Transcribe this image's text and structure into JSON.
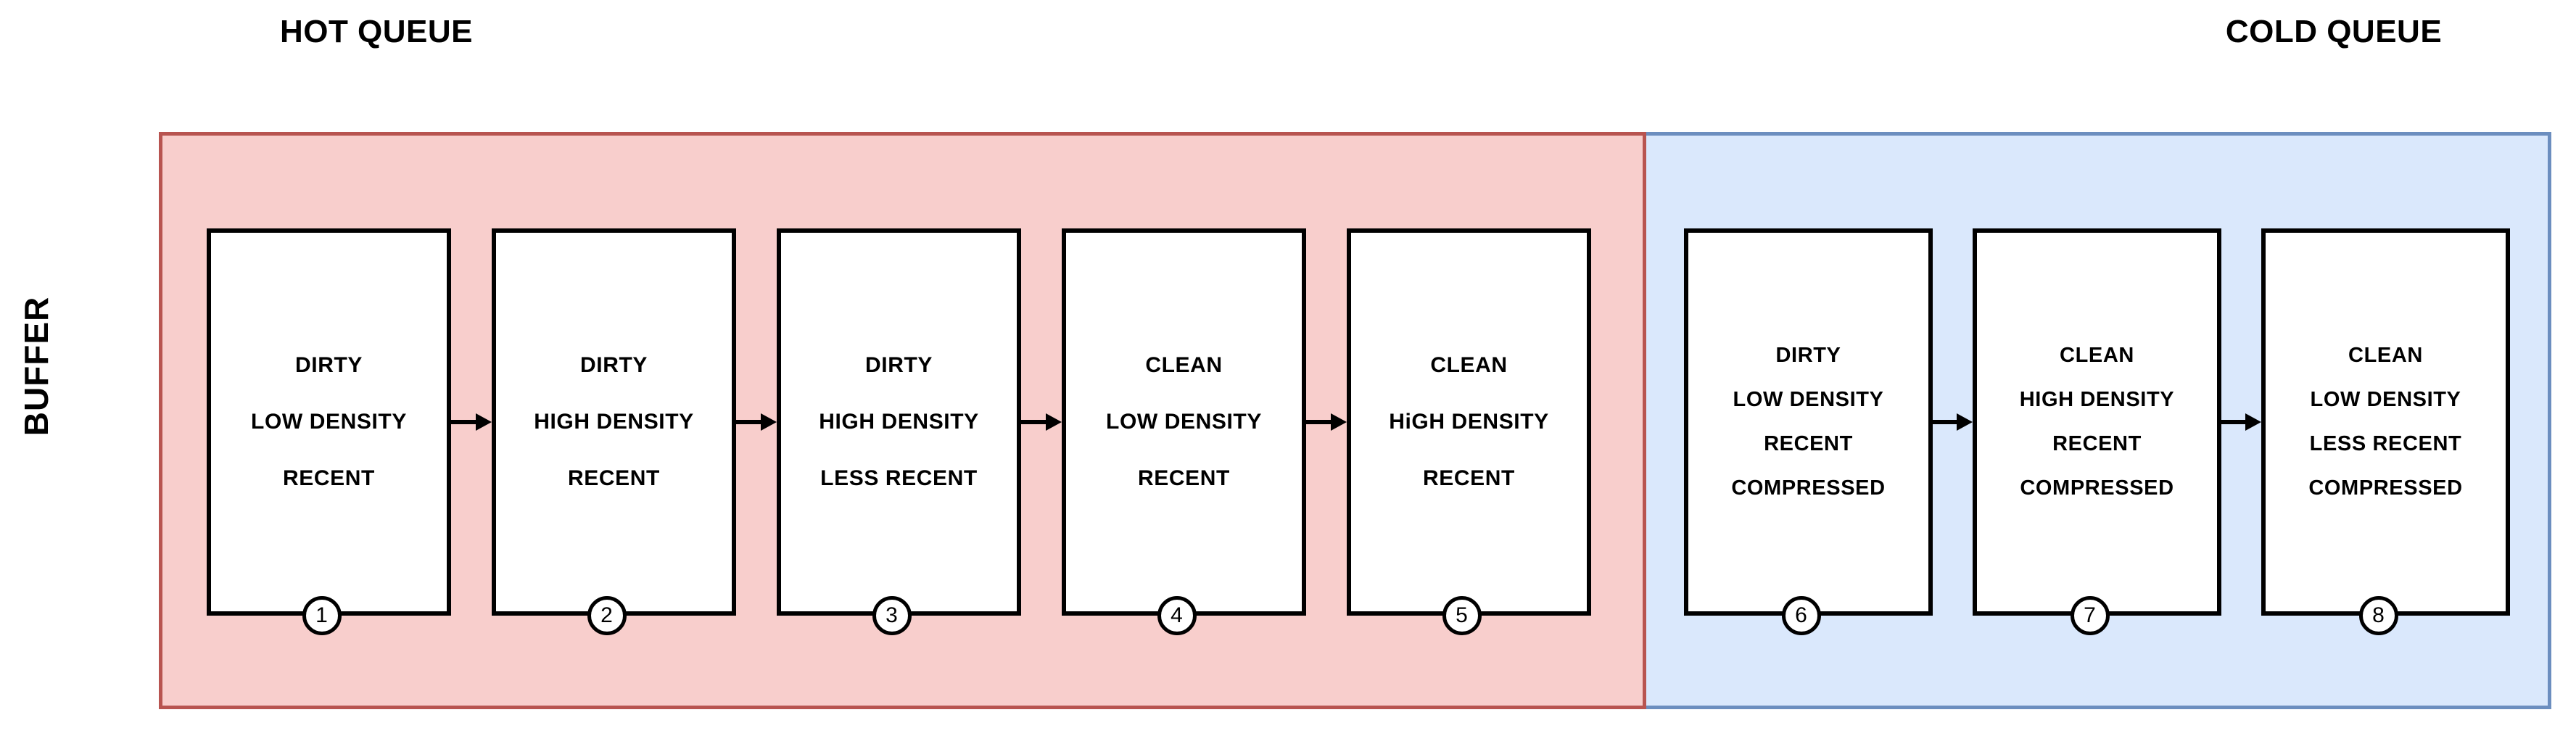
{
  "diagram": {
    "buffer_label": "BUFFER",
    "queues": [
      {
        "id": "hot",
        "title": "HOT QUEUE",
        "fill_color": "#F8CECC",
        "border_color": "#B85450"
      },
      {
        "id": "cold",
        "title": "COLD QUEUE",
        "fill_color": "#DAE8FC",
        "border_color": "#6C8EBF"
      }
    ],
    "hot_cards": [
      {
        "index": "1",
        "lines": [
          "DIRTY",
          "LOW DENSITY",
          "RECENT"
        ]
      },
      {
        "index": "2",
        "lines": [
          "DIRTY",
          "HIGH DENSITY",
          "RECENT"
        ]
      },
      {
        "index": "3",
        "lines": [
          "DIRTY",
          "HIGH DENSITY",
          "LESS RECENT"
        ]
      },
      {
        "index": "4",
        "lines": [
          "CLEAN",
          "LOW DENSITY",
          "RECENT"
        ]
      },
      {
        "index": "5",
        "lines": [
          "CLEAN",
          "HiGH DENSITY",
          "RECENT"
        ]
      }
    ],
    "cold_cards": [
      {
        "index": "6",
        "lines": [
          "DIRTY",
          "LOW DENSITY",
          "RECENT",
          "COMPRESSED"
        ]
      },
      {
        "index": "7",
        "lines": [
          "CLEAN",
          "HIGH DENSITY",
          "RECENT",
          "COMPRESSED"
        ]
      },
      {
        "index": "8",
        "lines": [
          "CLEAN",
          "LOW DENSITY",
          "LESS RECENT",
          "COMPRESSED"
        ]
      }
    ]
  }
}
